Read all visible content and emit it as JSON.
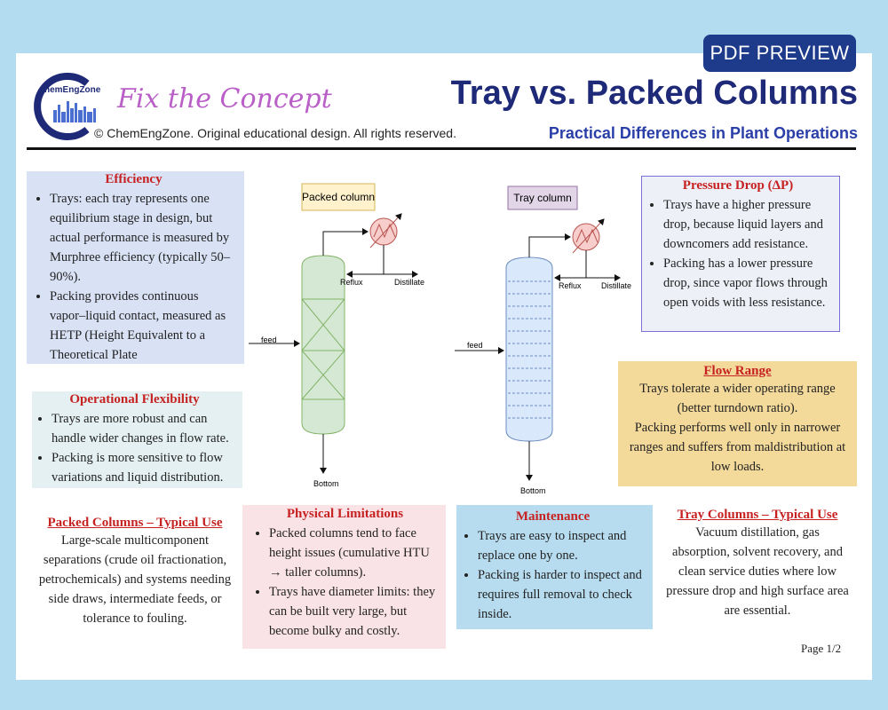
{
  "badge": "PDF PREVIEW",
  "header": {
    "logo_text": "hemEngZone",
    "tagline": "Fix the Concept",
    "copyright": "© ChemEngZone. Original educational design. All rights reserved.",
    "title": "Tray vs. Packed Columns",
    "subtitle": "Practical Differences  in Plant Operations"
  },
  "diagram": {
    "packed_label": "Packed column",
    "tray_label": "Tray column",
    "feed": "feed",
    "reflux": "Reflux",
    "distillate": "Distillate",
    "bottom": "Bottom"
  },
  "efficiency": {
    "title": "Efficiency",
    "items": [
      "Trays: each tray represents one equilibrium stage in design, but actual performance is measured by Murphree efficiency (typically 50–90%).",
      "Packing provides continuous vapor–liquid contact, measured as HETP (Height Equivalent to a Theoretical Plate"
    ]
  },
  "flexibility": {
    "title": "Operational Flexibility",
    "items": [
      "Trays are more robust and can handle wider changes in flow rate.",
      "Packing is more sensitive to flow variations and liquid distribution."
    ]
  },
  "pressure": {
    "title": "Pressure Drop (ΔP)",
    "items": [
      "Trays have a higher pressure drop, because liquid layers and downcomers add resistance.",
      "Packing has a lower pressure drop, since vapor flows through open voids with less resistance."
    ]
  },
  "flow": {
    "title": "Flow Range",
    "text1": "Trays tolerate a wider operating range (better turndown ratio).",
    "text2": "Packing performs well only in narrower ranges and suffers from maldistribution at low loads."
  },
  "packed_use": {
    "title": "Packed Columns – Typical Use",
    "text": "Large-scale multicomponent separations (crude oil fractionation, petrochemicals) and systems needing side draws, intermediate feeds, or tolerance to fouling."
  },
  "physical": {
    "title": "Physical Limitations",
    "items": [
      "Packed columns tend to face height issues (cumulative HTU → taller columns).",
      "Trays have diameter limits: they can be built very large, but become bulky and costly."
    ]
  },
  "maintenance": {
    "title": "Maintenance",
    "items": [
      "Trays are easy to inspect and replace one by one.",
      "Packing is harder to inspect and requires full removal to check inside."
    ]
  },
  "tray_use": {
    "title": "Tray Columns – Typical Use",
    "text": "Vacuum distillation, gas absorption, solvent recovery, and clean service duties where low pressure drop and high surface area are essential."
  },
  "page": "Page 1/2",
  "colors": {
    "navy": "#1e2a78",
    "red_heading": "#c62222",
    "efficiency_bg": "#d9e2f5",
    "flexibility_bg": "#e4f0f1",
    "pressure_bg": "#eef0f8",
    "flow_bg": "#f3d99a",
    "physical_bg": "#fae3e6",
    "maintenance_bg": "#b7dcef"
  }
}
